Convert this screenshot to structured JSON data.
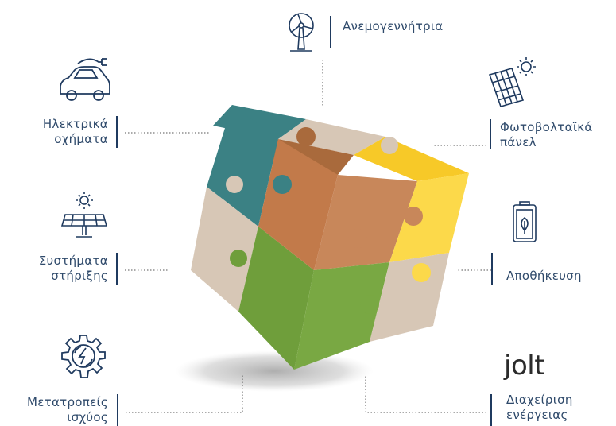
{
  "items": {
    "wind": {
      "label": "Ανεμογεννήτρια",
      "icon": "wind-turbine-icon"
    },
    "ev": {
      "line1": "Ηλεκτρικά",
      "line2": "οχήματα",
      "icon": "electric-car-icon"
    },
    "pv": {
      "line1": "Φωτοβολταϊκά",
      "line2": "πάνελ",
      "icon": "solar-panel-icon"
    },
    "mount": {
      "line1": "Συστήματα",
      "line2": "στήριξης",
      "icon": "solar-mount-icon"
    },
    "storage": {
      "label": "Αποθήκευση",
      "icon": "battery-icon"
    },
    "inverter": {
      "line1": "Μετατροπείς",
      "line2": "ισχύος",
      "icon": "gear-power-icon"
    },
    "management": {
      "line1": "Διαχείριση",
      "line2": "ενέργειας",
      "logo": "jolt"
    }
  },
  "colors": {
    "navy": "#1f3a5f",
    "teal": "#3b8184",
    "brown": "#c27a4a",
    "yellow": "#f7c928",
    "green": "#6f9e3b",
    "beige": "#d7c7b6"
  }
}
